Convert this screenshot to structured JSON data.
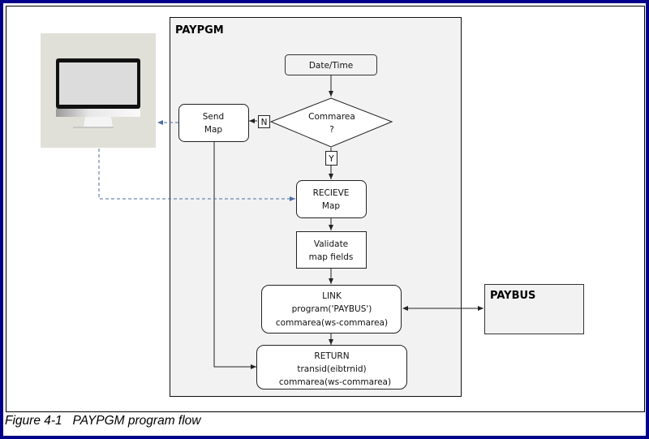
{
  "diagram": {
    "program_box": {
      "title": "PAYPGM"
    },
    "external_box": {
      "title": "PAYBUS"
    },
    "terminal": {
      "icon": "monitor-icon"
    },
    "nodes": {
      "datetime": {
        "lines": [
          "Date/Time"
        ]
      },
      "decision": {
        "lines": [
          "Commarea",
          "?"
        ]
      },
      "send_map": {
        "lines": [
          "Send",
          "Map"
        ]
      },
      "receive_map": {
        "lines": [
          "RECIEVE",
          "Map"
        ]
      },
      "validate": {
        "lines": [
          "Validate",
          "map fields"
        ]
      },
      "link": {
        "lines": [
          "LINK",
          "program('PAYBUS')",
          "commarea(ws-commarea)"
        ]
      },
      "return": {
        "lines": [
          "RETURN",
          "transid(eibtrnid)",
          "commarea(ws-commarea)"
        ]
      }
    },
    "branch_labels": {
      "no": "N",
      "yes": "Y"
    },
    "colors": {
      "border_outer": "#000088",
      "dashed_link": "#4a6fa5",
      "program_bg": "#f2f2f2",
      "terminal_bg": "#e0e0d8"
    }
  },
  "caption": "Figure 4-1   PAYPGM program flow"
}
